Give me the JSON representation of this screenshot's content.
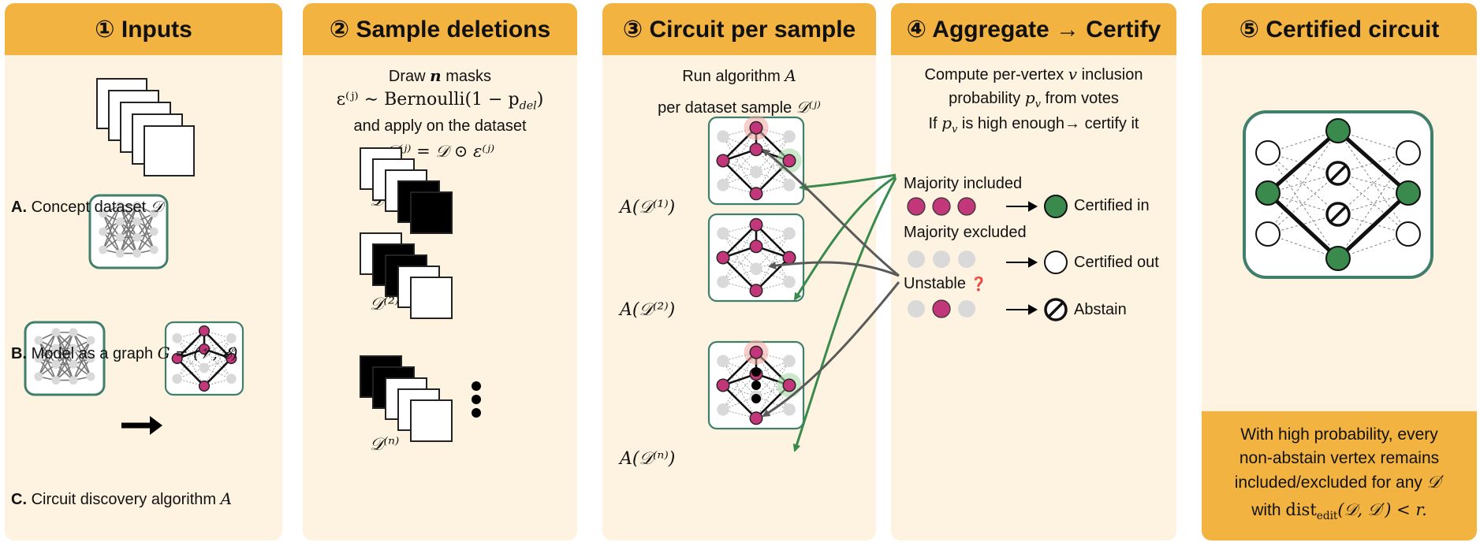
{
  "panels": [
    {
      "title": "① Inputs"
    },
    {
      "title": "② Sample deletions"
    },
    {
      "title": "③ Circuit per sample"
    },
    {
      "title": "④ Aggregate → Certify"
    },
    {
      "title": "⑤ Certified circuit"
    }
  ],
  "inputs": {
    "a_prefix": "A.",
    "a_text": "Concept dataset",
    "a_sym": "𝒟",
    "b_prefix": "B.",
    "b_text": "Model as a graph",
    "b_sym": "G = (𝒱, 𝓔)",
    "c_prefix": "C.",
    "c_text": "Circuit discovery algorithm",
    "c_sym": "A"
  },
  "deletions": {
    "line1_pre": "Draw",
    "line1_n": "n",
    "line1_post": "masks",
    "line2": "ε⁽ʲ⁾ ∼ Bernoulli(1 − p",
    "line2_sub": "del",
    "line2_end": ")",
    "line3": "and apply on the dataset",
    "line4": "𝒟⁽ʲ⁾ = 𝒟 ⊙ ε⁽ʲ⁾",
    "d1": "𝒟⁽¹⁾",
    "d2": "𝒟⁽²⁾",
    "dn": "𝒟⁽ⁿ⁾"
  },
  "circuit": {
    "line1_pre": "Run algorithm",
    "line1_sym": "A",
    "line2_pre": "per dataset sample",
    "line2_sym": "𝒟⁽ʲ⁾",
    "a1": "A(𝒟⁽¹⁾)",
    "a2": "A(𝒟⁽²⁾)",
    "an": "A(𝒟⁽ⁿ⁾)"
  },
  "aggregate": {
    "line1_pre": "Compute per-vertex",
    "line1_sym": "v",
    "line1_post": "inclusion",
    "line2_pre": "probability",
    "line2_sym": "p",
    "line2_sub": "v",
    "line2_post": "from votes",
    "line3_pre": "If",
    "line3_sym": "p",
    "line3_sub": "v",
    "line3_post": "is high enough→ certify it",
    "majority_included": "Majority included",
    "majority_excluded": "Majority excluded",
    "unstable": "Unstable",
    "unstable_mark": "❓",
    "certified_in": "Certified in",
    "certified_out": "Certified out",
    "abstain": "Abstain"
  },
  "certified": {
    "foot_line1": "With high probability, every",
    "foot_line2": "non-abstain vertex remains",
    "foot_line3_pre": "included/excluded for any",
    "foot_line3_sym": "𝒟′",
    "foot_line4_pre": "with",
    "foot_line4_sym": "dist",
    "foot_line4_sub": "edit",
    "foot_line4_post": "(𝒟, 𝒟′) < r."
  },
  "colors": {
    "header": "#f3b340",
    "panel_bg": "#fdf3e0",
    "green": "#3a8a4e",
    "teal_border": "#3f7f6b",
    "magenta": "#c2367a",
    "gray_node": "#d9d9d9",
    "arrow_gray": "#5a5a5a"
  }
}
